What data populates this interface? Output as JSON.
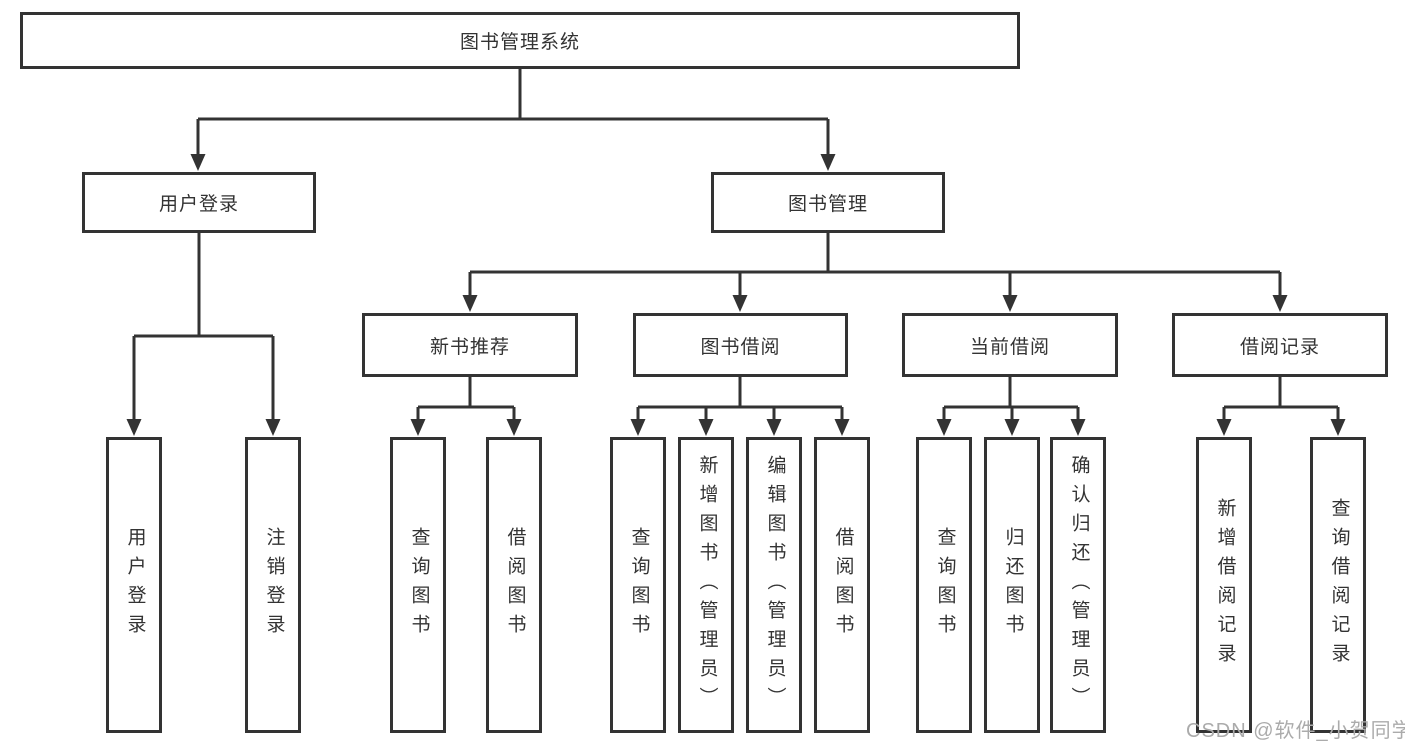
{
  "diagram": {
    "root": {
      "label": "图书管理系统"
    },
    "branches": [
      {
        "label": "用户登录",
        "children": [
          "用户登录",
          "注销登录"
        ]
      },
      {
        "label": "图书管理",
        "children": [
          {
            "label": "新书推荐",
            "children": [
              "查询图书",
              "借阅图书"
            ]
          },
          {
            "label": "图书借阅",
            "children": [
              "查询图书",
              "新增图书（管理员）",
              "编辑图书（管理员）",
              "借阅图书"
            ]
          },
          {
            "label": "当前借阅",
            "children": [
              "查询图书",
              "归还图书",
              "确认归还（管理员）"
            ]
          },
          {
            "label": "借阅记录",
            "children": [
              "新增借阅记录",
              "查询借阅记录"
            ]
          }
        ]
      }
    ],
    "watermark": "CSDN @软件_小贺同学",
    "colors": {
      "line": "#333333",
      "box_border": "#333333",
      "box_fill": "#ffffff",
      "text": "#333333",
      "watermark_text": "#ababab",
      "background": "#ffffff"
    }
  }
}
